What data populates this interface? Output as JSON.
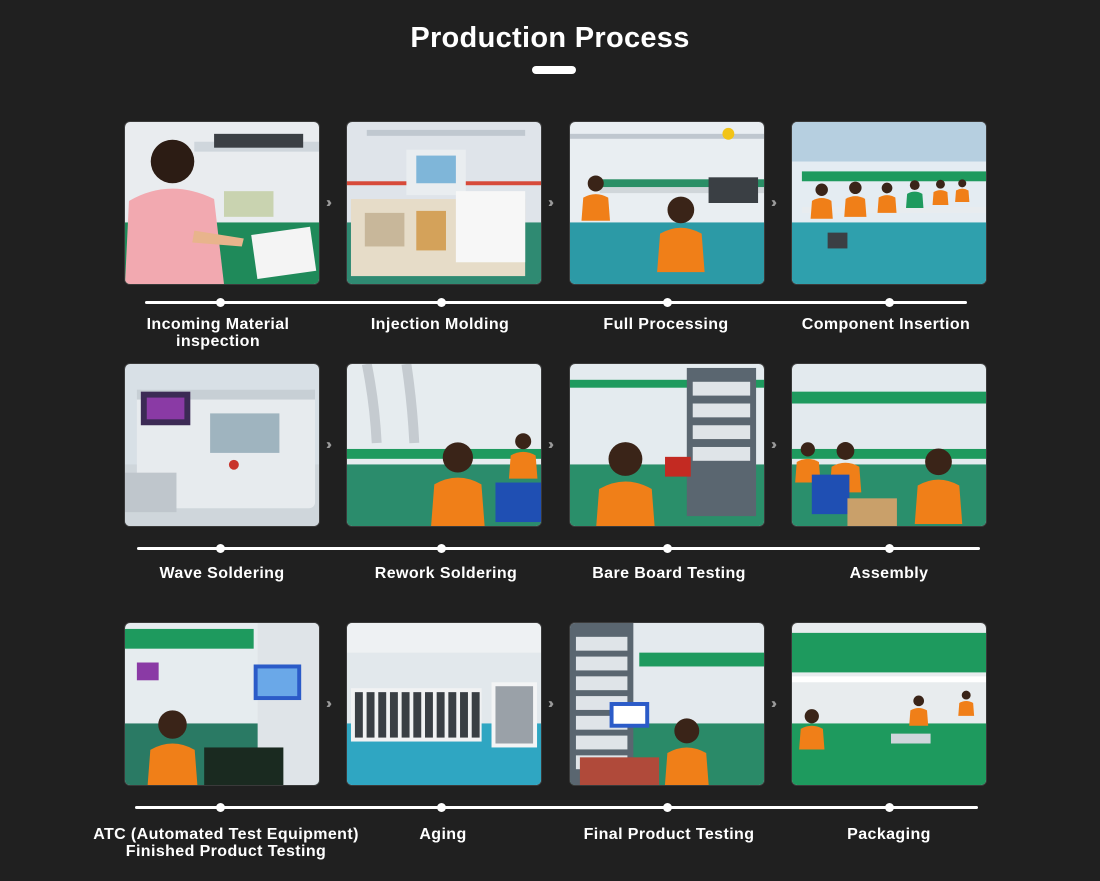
{
  "page": {
    "title": "Production Process"
  },
  "rows": [
    {
      "steps": [
        {
          "label": "Incoming Material\ninspection",
          "scene": "pink-inspector"
        },
        {
          "label": "Injection Molding",
          "scene": "molding-machine"
        },
        {
          "label": "Full Processing",
          "scene": "processing-line"
        },
        {
          "label": "Component Insertion",
          "scene": "insertion-line"
        }
      ]
    },
    {
      "steps": [
        {
          "label": "Wave Soldering",
          "scene": "wave-soldering-machine"
        },
        {
          "label": "Rework Soldering",
          "scene": "rework-workers"
        },
        {
          "label": "Bare Board Testing",
          "scene": "board-test-rack"
        },
        {
          "label": "Assembly",
          "scene": "assembly-line"
        }
      ]
    },
    {
      "steps": [
        {
          "label": "ATC (Automated Test Equipment)\nFinished Product Testing",
          "scene": "ate-station"
        },
        {
          "label": "Aging",
          "scene": "aging-racks"
        },
        {
          "label": "Final Product Testing",
          "scene": "final-test-rack"
        },
        {
          "label": "Packaging",
          "scene": "packaging-line"
        }
      ]
    }
  ],
  "colors": {
    "background": "#202020",
    "accent": "#ffffff",
    "arrow": "#9a9a9a",
    "uniform_orange": "#f07f18",
    "bench_green": "#1e9a5e"
  },
  "icons": {
    "arrow": "double-chevron-right-icon"
  }
}
